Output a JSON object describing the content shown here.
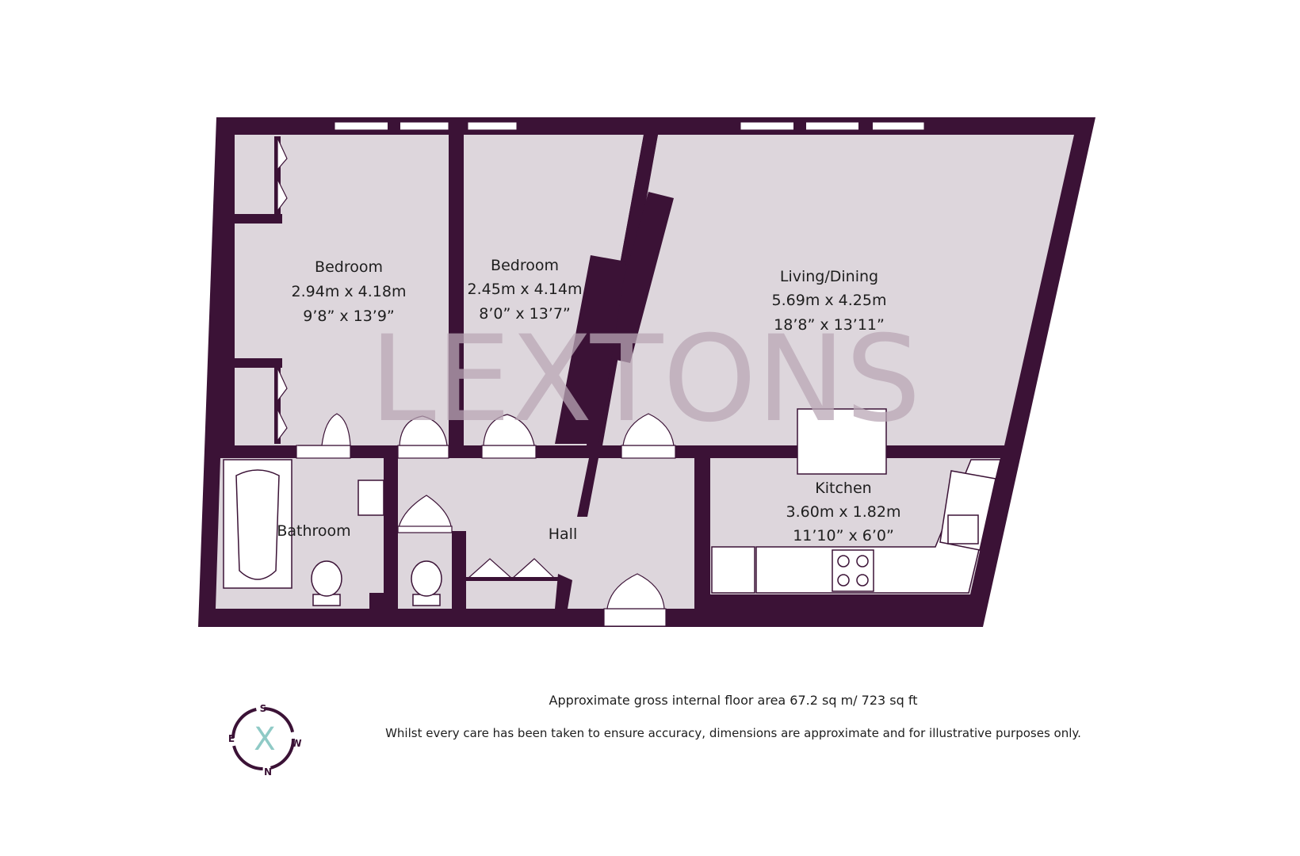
{
  "watermark": {
    "text": "LEXTONS",
    "color": "#b9a7b5"
  },
  "colors": {
    "wall": "#3b1236",
    "floor": "#ddd6dc",
    "fixture": "#ffffff",
    "outline": "#3b1236"
  },
  "rooms": [
    {
      "name": "Bedroom",
      "metric": "2.94m x 4.18m",
      "imperial": "9’8” x 13’9”"
    },
    {
      "name": "Bedroom",
      "metric": "2.45m x 4.14m",
      "imperial": "8’0” x 13’7”"
    },
    {
      "name": "Living/Dining",
      "metric": "5.69m x 4.25m",
      "imperial": "18’8” x 13’11”"
    },
    {
      "name": "Kitchen",
      "metric": "3.60m x 1.82m",
      "imperial": "11’10” x 6’0”"
    },
    {
      "name": "Bathroom",
      "metric": "",
      "imperial": ""
    },
    {
      "name": "Hall",
      "metric": "",
      "imperial": ""
    }
  ],
  "footer": {
    "area": "Approximate gross internal floor area 67.2 sq m/ 723 sq ft",
    "disclaimer": "Whilst every care has been taken to ensure accuracy, dimensions are approximate and for illustrative purposes only."
  },
  "compass": {
    "letters": [
      "S",
      "W",
      "N",
      "E"
    ],
    "center_mark": "X",
    "icon": "compass-icon"
  }
}
